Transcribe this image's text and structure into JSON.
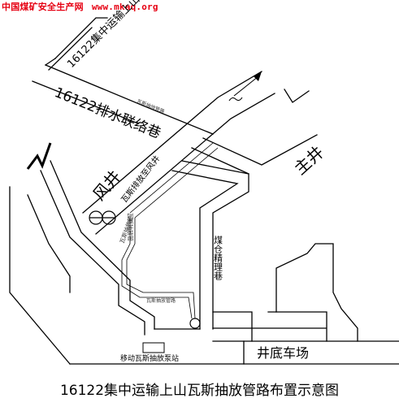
{
  "watermark": {
    "site": "中国煤矿安全生产网",
    "url": "www.mkaq.org"
  },
  "labels": {
    "transport_roadway": "16122集中运输上山",
    "drainage_roadway": "16122排水联络巷",
    "gas_pipe_upper": "瓦斯抽放管路",
    "air_shaft": "风井",
    "gas_to_shaft": "瓦斯排放至风井",
    "coal_bunker": "煤仓精理巷",
    "main_shaft": "主井",
    "shaft_bottom_yard": "井底车场",
    "pump_station": "移动瓦斯抽放泵站",
    "gas_pipe_lower": "瓦斯抽放管路",
    "pipe_left_a": "瓦斯抽放管",
    "pipe_left_b": "瓦斯抽放管"
  },
  "caption": "16122集中运输上山瓦斯抽放管路布置示意图"
}
